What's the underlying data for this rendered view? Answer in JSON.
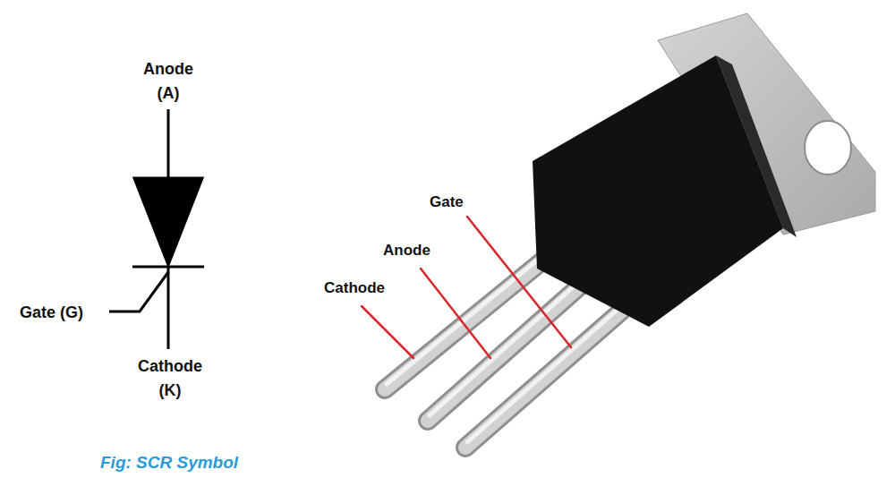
{
  "diagram": {
    "caption": "Fig: SCR Symbol",
    "labels": [
      "Anode (A)",
      "Gate (G)",
      "Cathode (K)",
      "Gate",
      "Anode",
      "Cathode"
    ]
  }
}
